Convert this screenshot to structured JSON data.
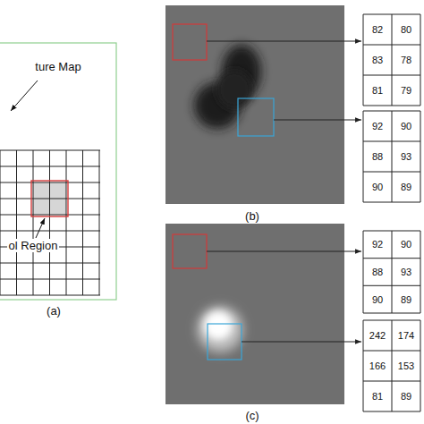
{
  "diagram": {
    "labels": [
      "ture Map",
      "ol Region",
      "(a)",
      "(b)",
      "(c)",
      "82",
      "80",
      "83",
      "78",
      "81",
      "79",
      "92",
      "90",
      "88",
      "93",
      "90",
      "89",
      "92",
      "90",
      "88",
      "93",
      "90",
      "89",
      "242",
      "174",
      "166",
      "153",
      "81",
      "89"
    ]
  }
}
